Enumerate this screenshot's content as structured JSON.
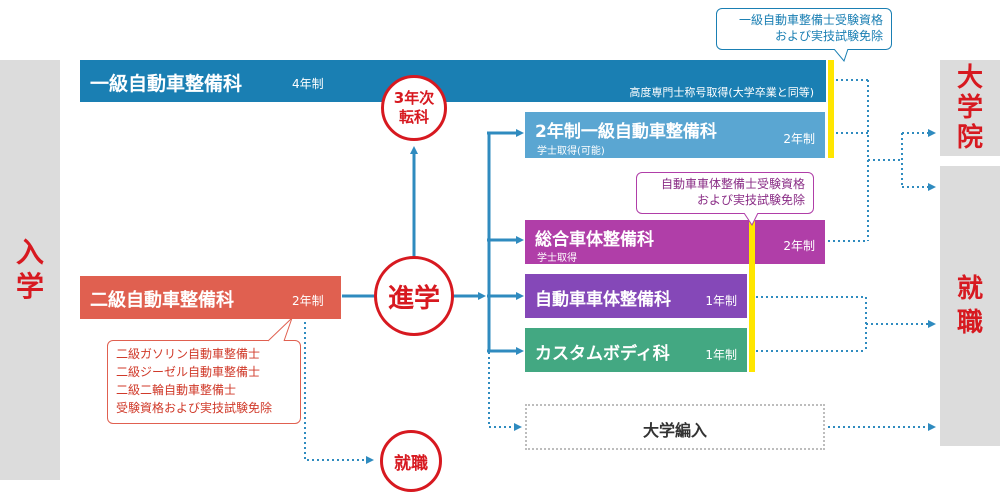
{
  "left_label": "入学",
  "right_labels": {
    "grad_school": "大学院",
    "employment": "就職"
  },
  "colors": {
    "red": "#d71920",
    "blue": "#2f8bbf",
    "first_grade": "#1a7fb3",
    "second_grade": "#e06050",
    "two_year_first": "#5aa6d2",
    "general_body": "#b03ea8",
    "auto_body": "#8548b8",
    "custom_body": "#43a882",
    "highlight": "#ffe600"
  },
  "courses": {
    "first_grade": {
      "name": "一級自動車整備科",
      "years": "4年制",
      "note": "高度専門士称号取得(大学卒業と同等)"
    },
    "second_grade": {
      "name": "二級自動車整備科",
      "years": "2年制"
    },
    "two_year_first": {
      "name": "2年制一級自動車整備科",
      "sub": "学士取得(可能)",
      "years": "2年制"
    },
    "general_body": {
      "name": "総合車体整備科",
      "sub": "学士取得",
      "years": "2年制"
    },
    "auto_body": {
      "name": "自動車車体整備科",
      "years": "1年制"
    },
    "custom_body": {
      "name": "カスタムボディ科",
      "years": "1年制"
    },
    "university_transfer": {
      "name": "大学編入"
    }
  },
  "circles": {
    "transfer": "3年次\n転科",
    "advance": "進学",
    "employment": "就職"
  },
  "bubbles": {
    "first_grade_qual": "一級自動車整備士受験資格\nおよび実技試験免除",
    "body_qual": "自動車車体整備士受験資格\nおよび実技試験免除",
    "second_grade_qual": "二級ガソリン自動車整備士\n二級ジーゼル自動車整備士\n二級二輪自動車整備士\n受験資格および実技試験免除"
  }
}
